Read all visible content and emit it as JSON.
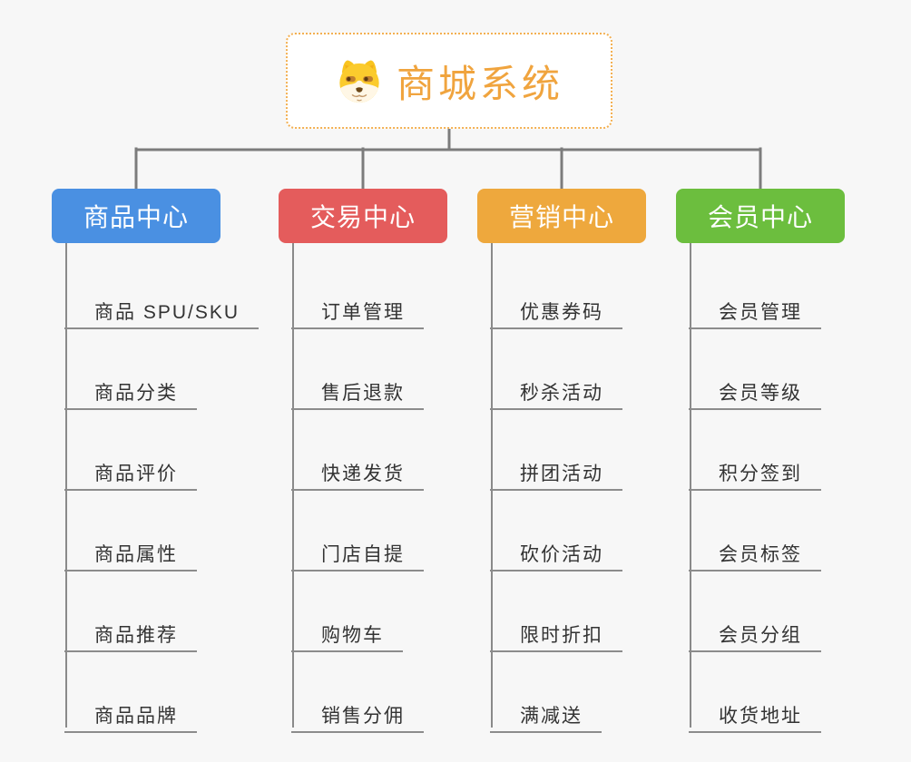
{
  "root": {
    "title": "商城系统",
    "icon": "doge-icon"
  },
  "branches": [
    {
      "label": "商品中心",
      "color": "#4A90E2",
      "children": [
        "商品 SPU/SKU",
        "商品分类",
        "商品评价",
        "商品属性",
        "商品推荐",
        "商品品牌"
      ]
    },
    {
      "label": "交易中心",
      "color": "#E45C5C",
      "children": [
        "订单管理",
        "售后退款",
        "快递发货",
        "门店自提",
        "购物车",
        "销售分佣"
      ]
    },
    {
      "label": "营销中心",
      "color": "#EEA83D",
      "children": [
        "优惠券码",
        "秒杀活动",
        "拼团活动",
        "砍价活动",
        "限时折扣",
        "满减送"
      ]
    },
    {
      "label": "会员中心",
      "color": "#6CBE3E",
      "children": [
        "会员管理",
        "会员等级",
        "积分签到",
        "会员标签",
        "会员分组",
        "收货地址"
      ]
    }
  ],
  "colors": {
    "background": "#f7f7f7",
    "root_accent": "#F0A43E",
    "root_border": "#F3B052",
    "connector_line": "#7c7c7c",
    "spine_line": "#8a8a8a",
    "child_text": "#333333"
  }
}
